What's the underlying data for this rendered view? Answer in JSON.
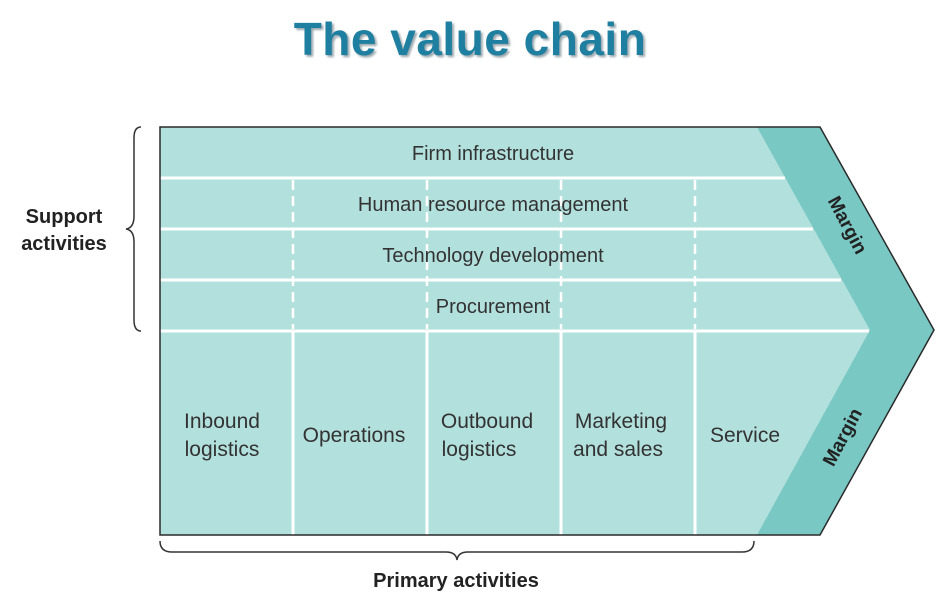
{
  "title": "The value chain",
  "support_label_line1": "Support",
  "support_label_line2": "activities",
  "primary_label": "Primary activities",
  "support_activities": [
    "Firm infrastructure",
    "Human resource management",
    "Technology development",
    "Procurement"
  ],
  "primary_activities": [
    {
      "line1": "Inbound",
      "line2": "logistics"
    },
    {
      "line1": "Operations",
      "line2": ""
    },
    {
      "line1": "Outbound",
      "line2": "logistics"
    },
    {
      "line1": "Marketing",
      "line2": "and sales"
    },
    {
      "line1": "Service",
      "line2": ""
    }
  ],
  "margin_top": "Margin",
  "margin_bottom": "Margin",
  "colors": {
    "title": "#1f7fa0",
    "fill_light": "#b2e0dc",
    "fill_margin": "#79c8c4",
    "outline": "#2a2a2a",
    "divider": "#ffffff"
  }
}
